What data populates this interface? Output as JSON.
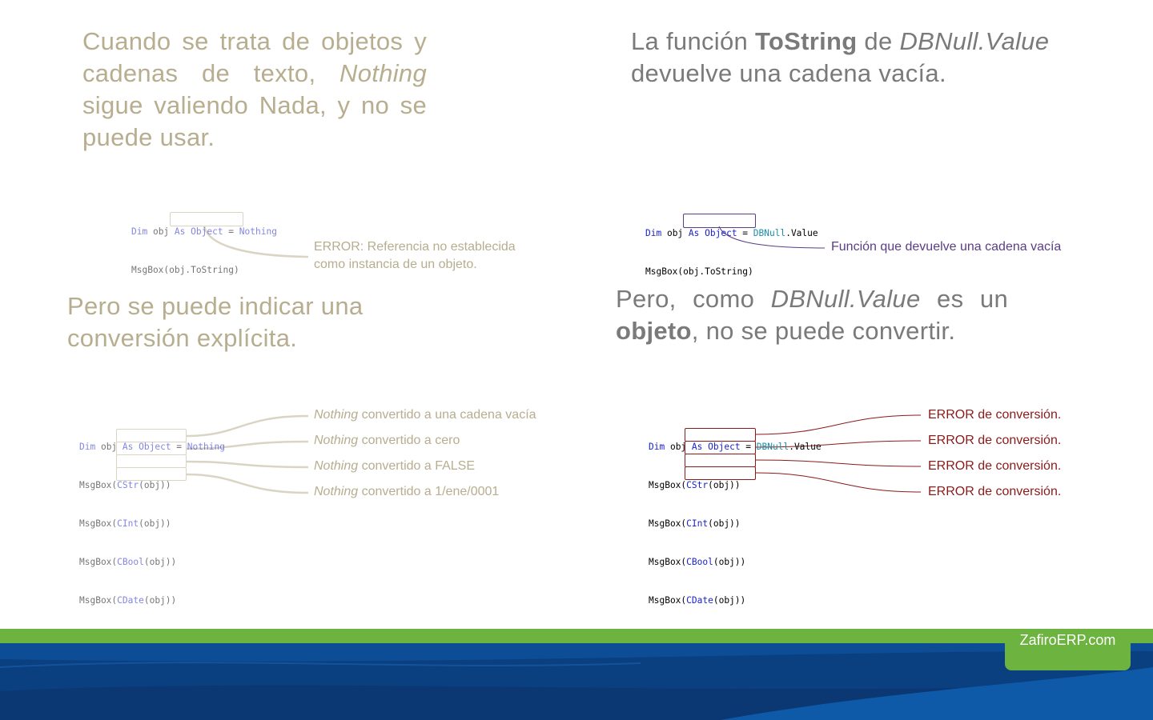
{
  "left_top": {
    "heading_parts": [
      "Cuando se trata de objetos y cadenas de texto, ",
      "Nothing",
      " sigue valiendo Nada, y no se puede usar."
    ],
    "code_lines": [
      [
        "Dim",
        " obj ",
        "As",
        " ",
        "Object",
        " = ",
        "Nothing"
      ],
      [
        "MsgBox(obj.ToString)"
      ]
    ],
    "callout": "ERROR: Referencia no establecida como instancia de un objeto."
  },
  "right_top": {
    "heading_parts": [
      "La función ",
      "ToString",
      " de ",
      "DBNull.Value",
      " devuelve una cadena vacía."
    ],
    "code_lines": [
      [
        "Dim",
        " obj ",
        "As",
        " ",
        "Object",
        " = ",
        "DBNull",
        ".Value"
      ],
      [
        "MsgBox(",
        "obj.ToString",
        ")"
      ]
    ],
    "callout": "Función que devuelve una cadena vacía"
  },
  "left_bottom": {
    "heading": "Pero se puede indicar una conversión explícita.",
    "code_header": [
      "Dim",
      " obj ",
      "As",
      " ",
      "Object",
      " = ",
      "Nothing"
    ],
    "code_calls": [
      {
        "prefix": "MsgBox(",
        "fn": "CStr",
        "arg": "(obj))"
      },
      {
        "prefix": "MsgBox(",
        "fn": "CInt",
        "arg": "(obj))"
      },
      {
        "prefix": "MsgBox(",
        "fn": "CBool",
        "arg": "(obj))"
      },
      {
        "prefix": "MsgBox(",
        "fn": "CDate",
        "arg": "(obj))"
      }
    ],
    "callouts": [
      {
        "em": "Nothing",
        "text": " convertido a una cadena vacía"
      },
      {
        "em": "Nothing",
        "text": " convertido a cero"
      },
      {
        "em": "Nothing",
        "text": " convertido a FALSE"
      },
      {
        "em": "Nothing",
        "text": " convertido a 1/ene/0001"
      }
    ]
  },
  "right_bottom": {
    "heading_parts": [
      "Pero, como ",
      "DBNull.Value",
      " es un ",
      "objeto",
      ", no se puede convertir."
    ],
    "code_header": [
      "Dim",
      " obj ",
      "As",
      " ",
      "Object",
      " = ",
      "DBNull",
      ".Value"
    ],
    "code_calls": [
      {
        "prefix": "MsgBox(",
        "fn": "CStr",
        "arg": "(obj))"
      },
      {
        "prefix": "MsgBox(",
        "fn": "CInt",
        "arg": "(obj))"
      },
      {
        "prefix": "MsgBox(",
        "fn": "CBool",
        "arg": "(obj))"
      },
      {
        "prefix": "MsgBox(",
        "fn": "CDate",
        "arg": "(obj))"
      }
    ],
    "callouts": [
      "ERROR de conversión.",
      "ERROR de conversión.",
      "ERROR de conversión.",
      "ERROR de conversión."
    ]
  },
  "footer": {
    "brand": "ZafiroERP.com"
  },
  "colors": {
    "muted_heading": "#b7ad8f",
    "dark_heading": "#7a7a7a",
    "footer_green": "#6db33f",
    "footer_blue": "#0a3f80",
    "error_red": "#8b1a1a",
    "callout_purple": "#5b3d86"
  }
}
